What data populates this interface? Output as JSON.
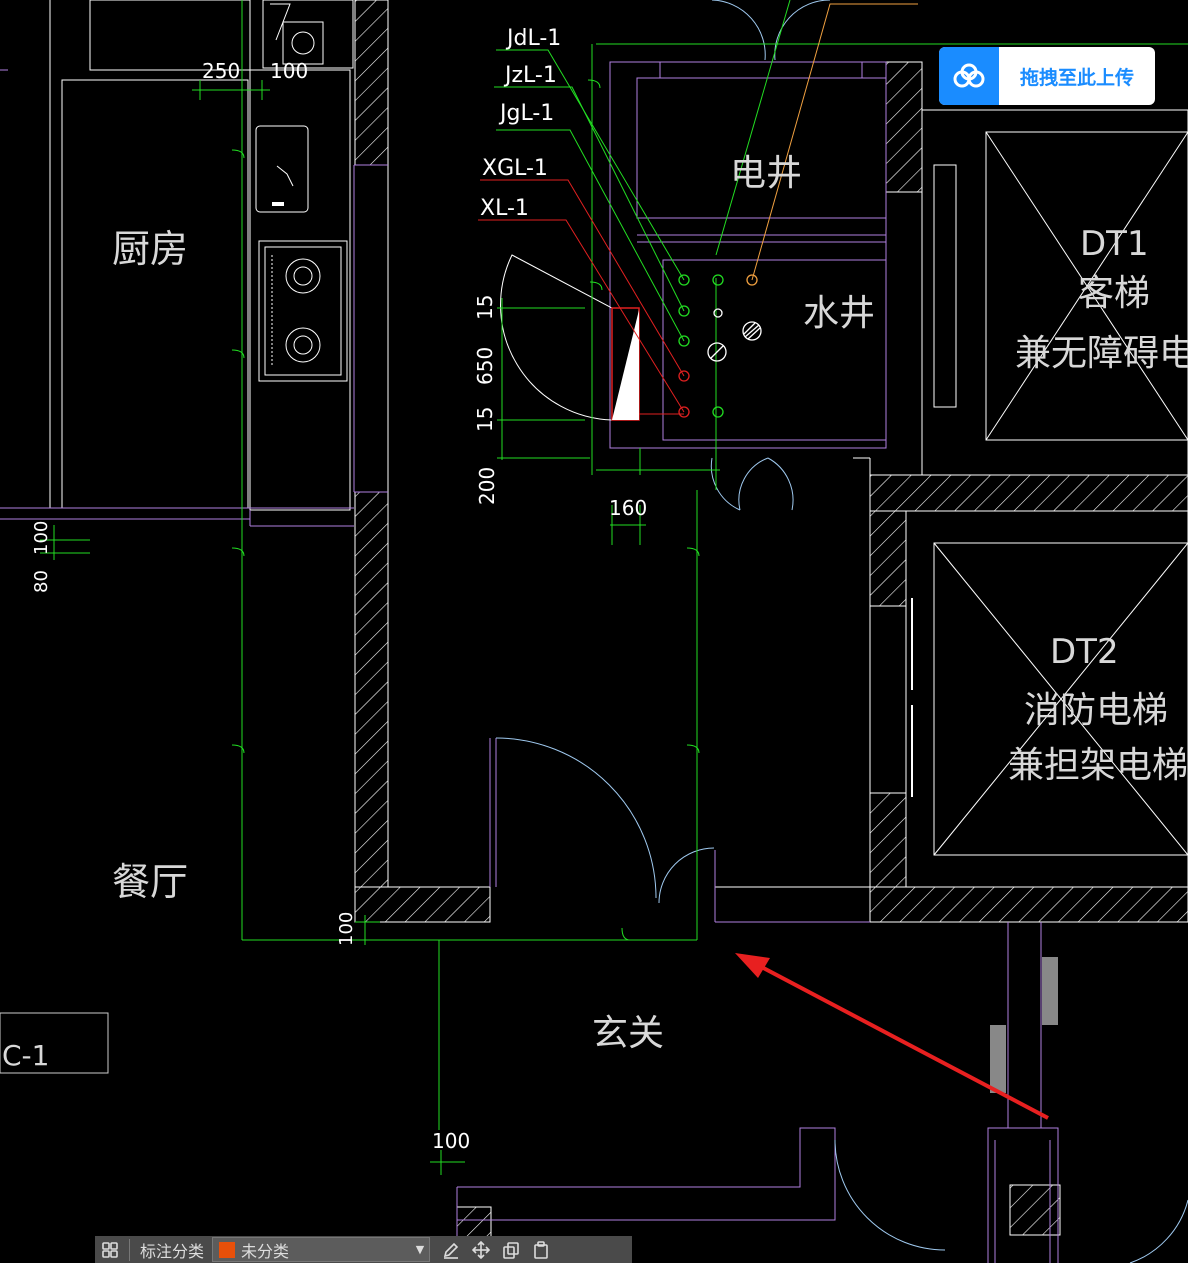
{
  "rooms": {
    "kitchen": "厨房",
    "dining": "餐厅",
    "foyer": "玄关",
    "elec_shaft": "电井",
    "water_shaft": "水井",
    "window_tag": "C-1"
  },
  "elevators": {
    "dt1_code": "DT1",
    "dt1_line1": "客梯",
    "dt1_line2": "兼无障碍电梯",
    "dt2_code": "DT2",
    "dt2_line1": "消防电梯",
    "dt2_line2": "兼担架电梯"
  },
  "pipe_labels": [
    "JdL-1",
    "JzL-1",
    "JgL-1",
    "XGL-1",
    "XL-1"
  ],
  "dimensions": {
    "d250": "250",
    "d100_top": "100",
    "d15_a": "15",
    "d650": "650",
    "d15_b": "15",
    "d200": "200",
    "d160": "160",
    "d100_left": "100",
    "d80": "80",
    "d100_bottom": "100",
    "d100_foyer": "100"
  },
  "upload_widget": {
    "label": "拖拽至此上传",
    "icon": "cloud-icon"
  },
  "toolbar": {
    "category_label": "标注分类",
    "category_value": "未分类",
    "category_color": "#e8500a",
    "icons": [
      "grid-icon",
      "edit-icon",
      "move-icon",
      "copy-icon",
      "paste-icon"
    ]
  },
  "colors": {
    "background": "#000000",
    "wall": "#ffffff",
    "dimension": "#22dd22",
    "partition": "#b07fe0",
    "door_arc": "#9fc9ef",
    "red_pipe": "#e02020",
    "orange_pipe": "#f0a040",
    "arrow": "#e82020",
    "text": "#d8d8d8"
  }
}
